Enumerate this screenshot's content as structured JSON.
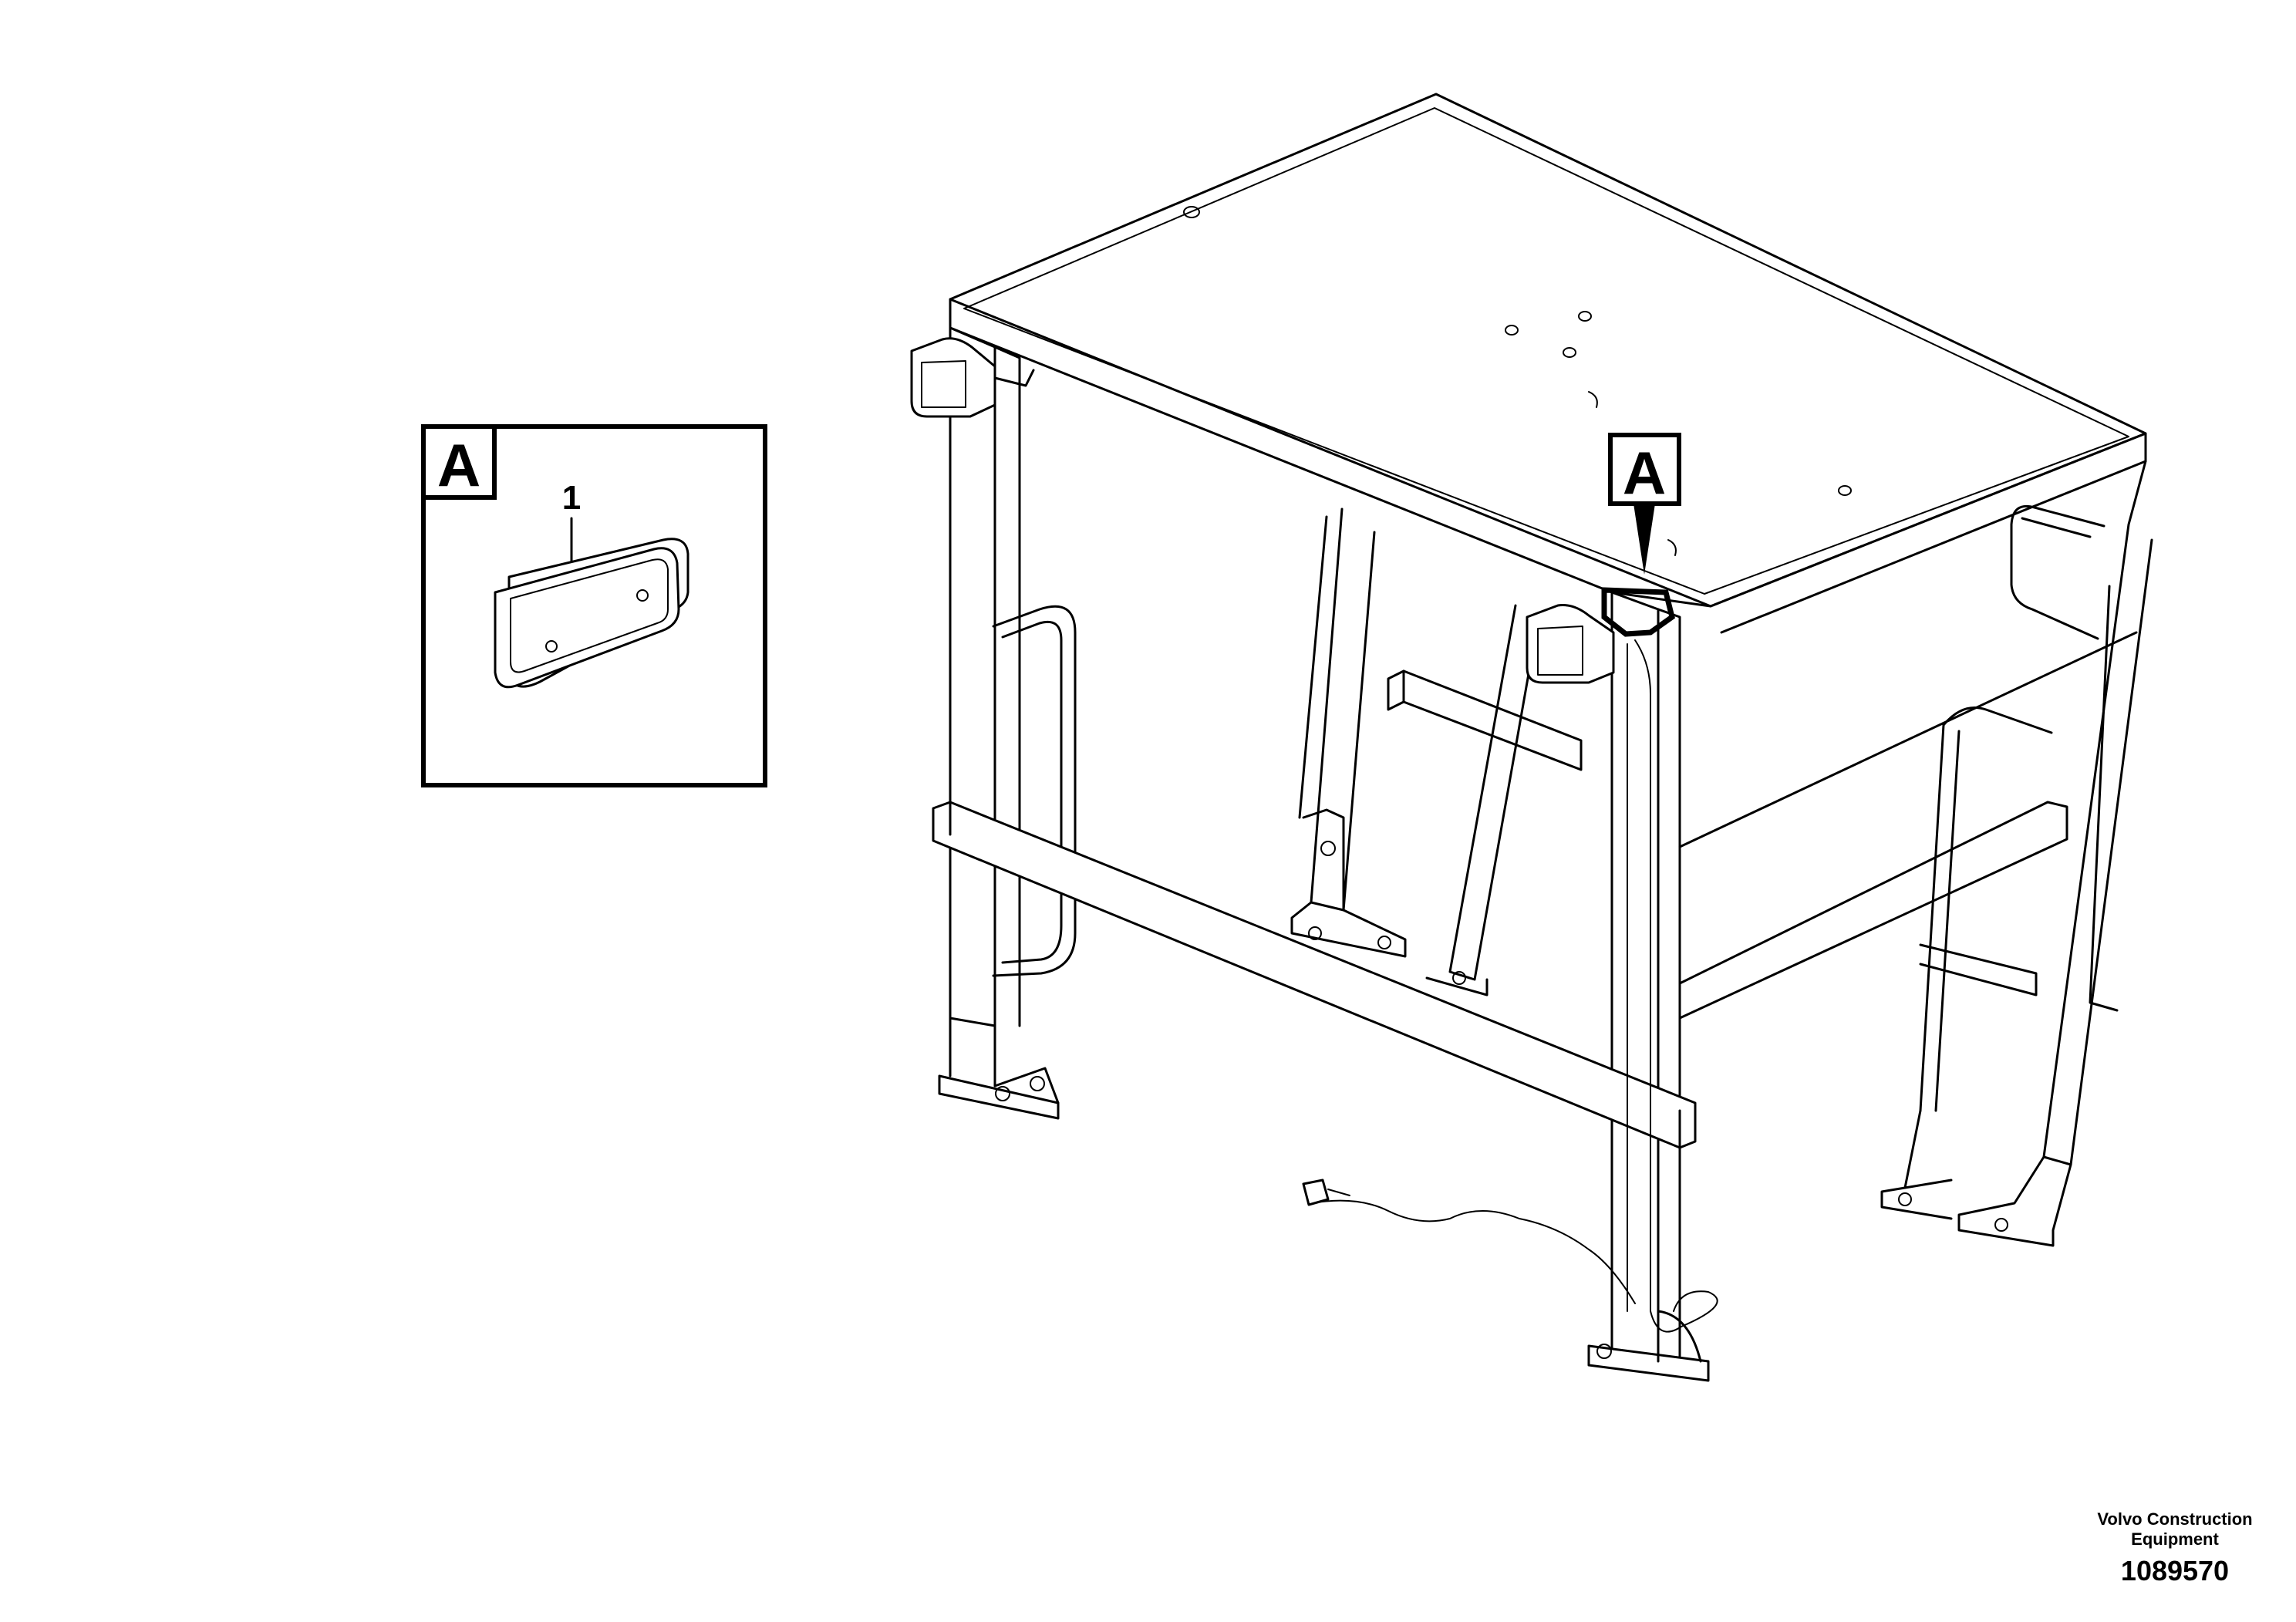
{
  "detail_view": {
    "label": "A",
    "item_number": "1"
  },
  "main_view": {
    "callout_label": "A"
  },
  "footer": {
    "brand_line1": "Volvo Construction",
    "brand_line2": "Equipment",
    "document_number": "1089570"
  }
}
